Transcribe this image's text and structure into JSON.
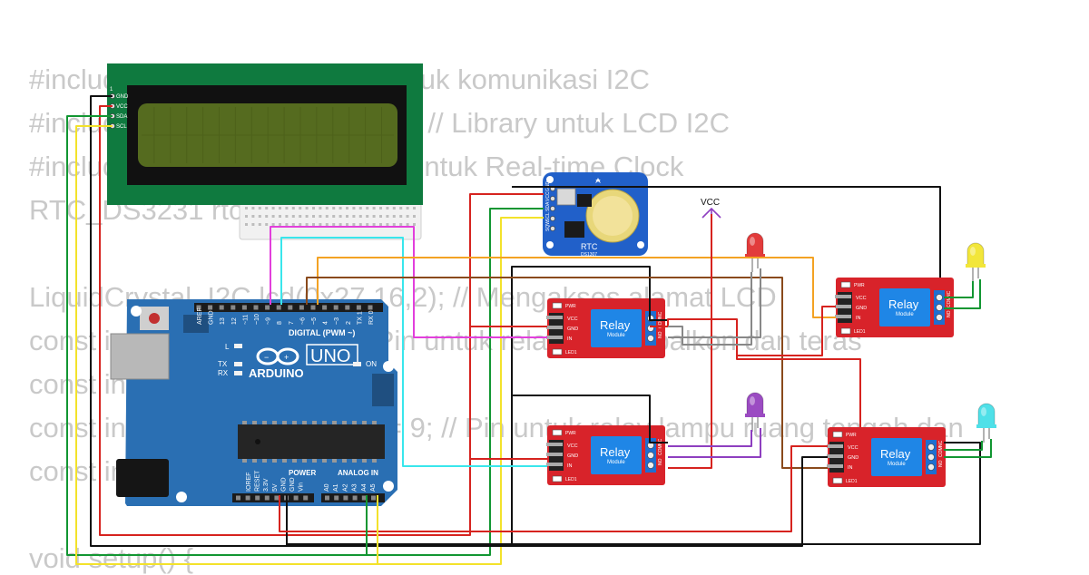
{
  "code_lines": [
    "#include <Wire.h> // Library untuk komunikasi I2C",
    "#include <LiquidCrystal_I2C.h> // Library untuk LCD I2C",
    "#include <RTClib.h> // Library untuk Real-time Clock",
    "RTC_DS3231 rtc;",
    "",
    "LiquidCrystal_I2C lcd(0x27,16,2); // Mengakses alamat LCD",
    "const int relayBalkon = 8; // Pin untuk relay lampu balkon dan teras",
    "const int relayKamar = 10;",
    "const int relayRuangTengah = 9; // Pin untuk relay lampu ruang tengah dan",
    "const int relayDapur = 7;",
    "",
    "void setup() {"
  ],
  "lcd": {
    "pin_num": "1",
    "pins": [
      "GND",
      "VCC",
      "SDA",
      "SCL"
    ]
  },
  "arduino": {
    "digital_label": "DIGITAL (PWM ~)",
    "digital_pins": [
      "AREF",
      "GND",
      "13",
      "12",
      "~11",
      "~10",
      "~9",
      "8",
      "7",
      "~6",
      "~5",
      "4",
      "~3",
      "2",
      "TX 1",
      "RX 0"
    ],
    "brand": "ARDUINO",
    "model": "UNO",
    "led_labels": [
      "L",
      "TX",
      "RX",
      "ON"
    ],
    "power_label": "POWER",
    "analog_label": "ANALOG IN",
    "power_pins": [
      "IOREF",
      "RESET",
      "3.3V",
      "5V",
      "GND",
      "GND",
      "Vin"
    ],
    "analog_pins": [
      "A0",
      "A1",
      "A2",
      "A3",
      "A4",
      "A5"
    ]
  },
  "rtc": {
    "label": "RTC",
    "chip": "DS1307",
    "pins": [
      "GND",
      "VCC",
      "SDA",
      "SCL",
      "SQW"
    ]
  },
  "vcc_label": "VCC",
  "relay": {
    "title": "Relay",
    "subtitle": "Module",
    "pwr": "PWR",
    "led1": "LED1",
    "in_pins": [
      "VCC",
      "GND",
      "IN"
    ],
    "out_pins": [
      "NC",
      "COM",
      "NO"
    ]
  },
  "leds": [
    {
      "name": "red",
      "color": "#e23b3b"
    },
    {
      "name": "yellow",
      "color": "#f2e63a"
    },
    {
      "name": "purple",
      "color": "#9b4bc2"
    },
    {
      "name": "cyan",
      "color": "#4fe0e8"
    }
  ],
  "colors": {
    "board_blue": "#2a6fb3",
    "relay_red": "#d8232a",
    "lcd_green": "#0f7a3f",
    "lcd_screen": "#556b1f",
    "rtc_blue": "#2160c9"
  }
}
